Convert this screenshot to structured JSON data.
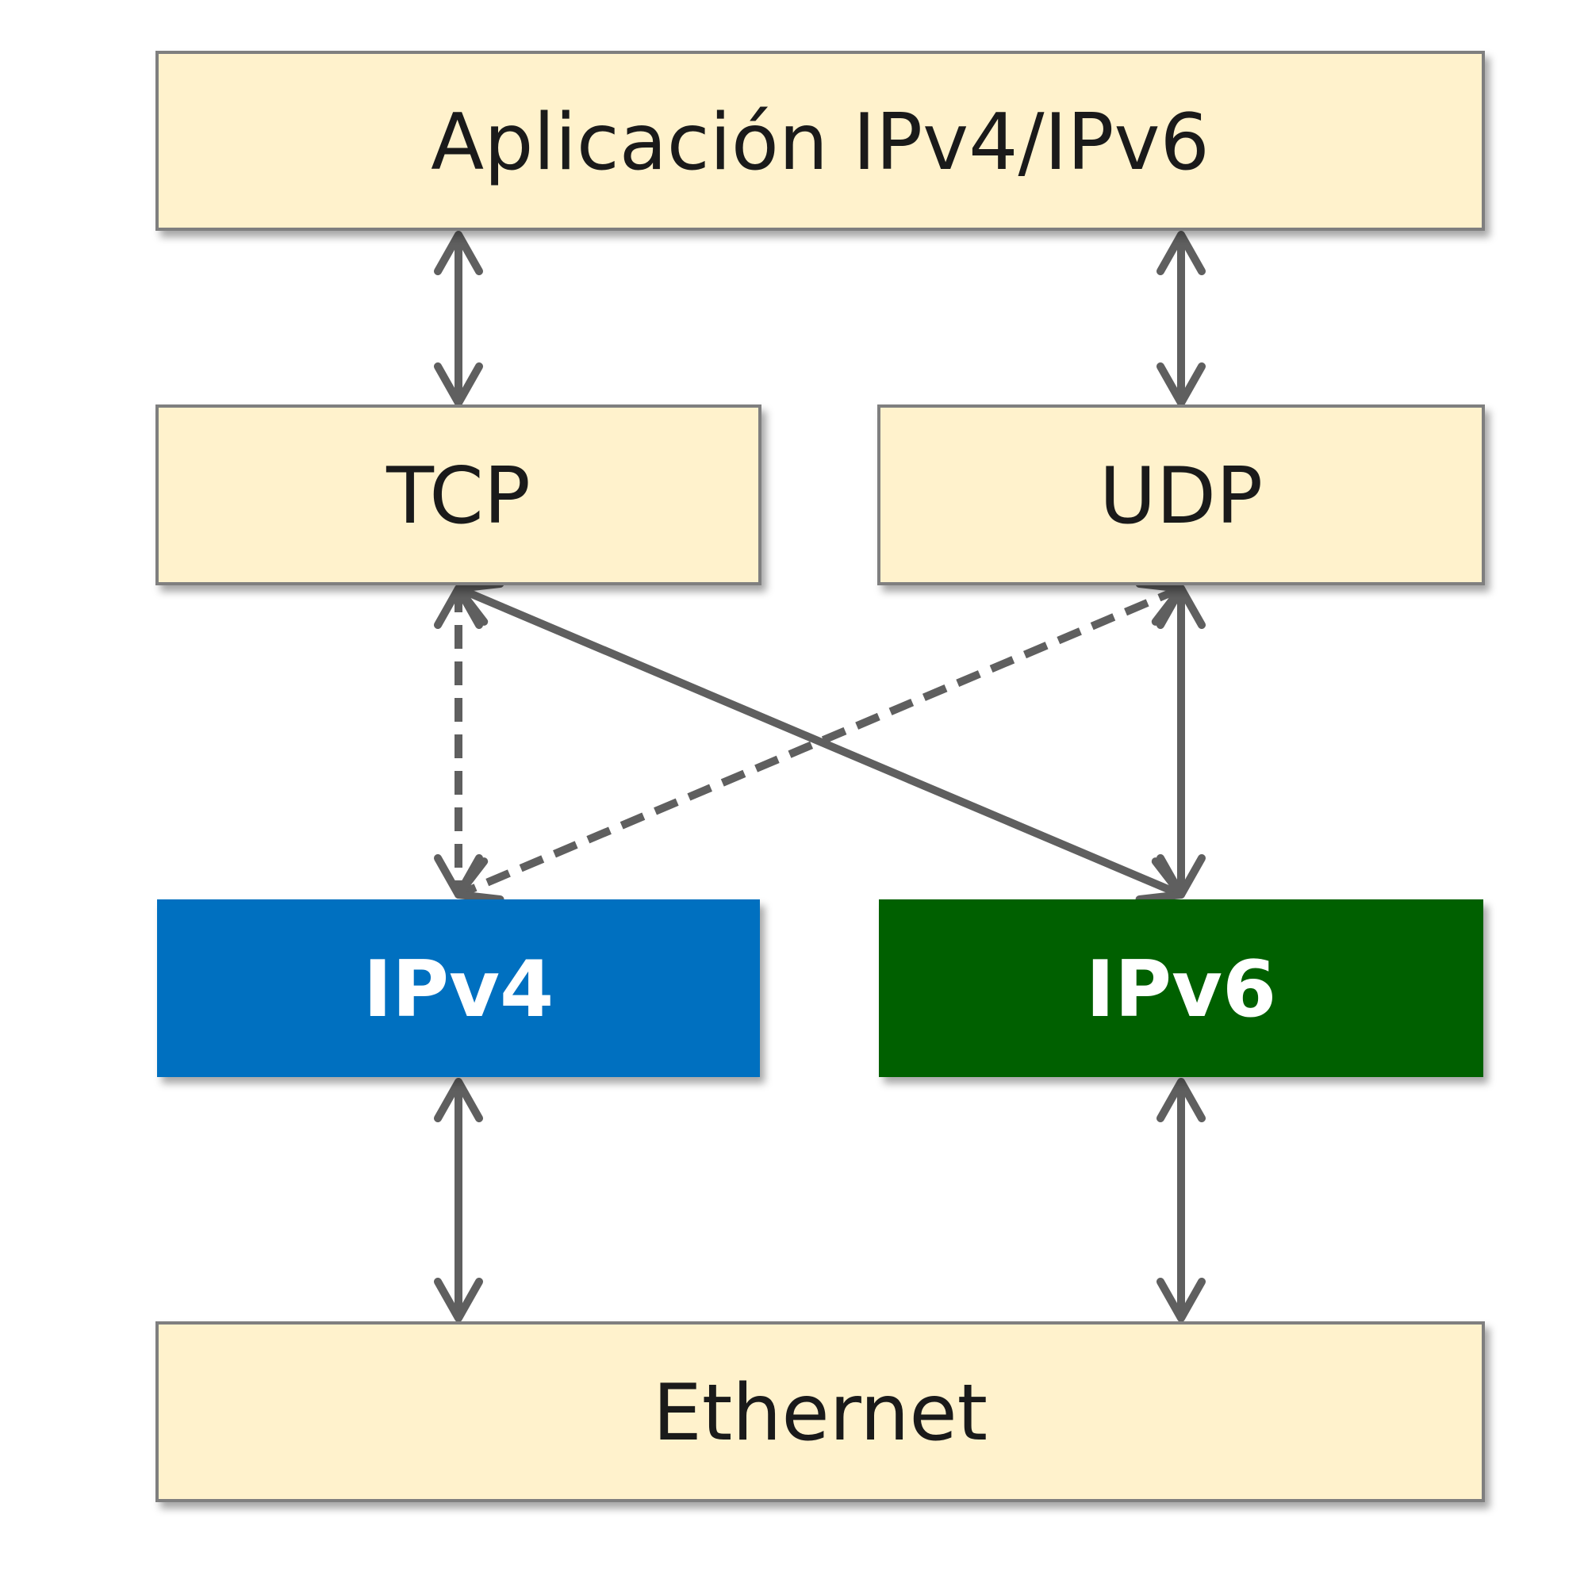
{
  "diagram": {
    "layers": {
      "application": {
        "label": "Aplicación IPv4/IPv6",
        "fill": "#fff2cc",
        "text_color": "#1a1a1a"
      },
      "tcp": {
        "label": "TCP",
        "fill": "#fff2cc",
        "text_color": "#1a1a1a"
      },
      "udp": {
        "label": "UDP",
        "fill": "#fff2cc",
        "text_color": "#1a1a1a"
      },
      "ipv4": {
        "label": "IPv4",
        "fill": "#0070c0",
        "text_color": "#ffffff"
      },
      "ipv6": {
        "label": "IPv6",
        "fill": "#006100",
        "text_color": "#ffffff"
      },
      "ethernet": {
        "label": "Ethernet",
        "fill": "#fff2cc",
        "text_color": "#1a1a1a"
      }
    },
    "connections": [
      {
        "from": "application",
        "to": "tcp",
        "style": "solid",
        "direction": "bidirectional"
      },
      {
        "from": "application",
        "to": "udp",
        "style": "solid",
        "direction": "bidirectional"
      },
      {
        "from": "tcp",
        "to": "ipv4",
        "style": "dashed",
        "direction": "bidirectional"
      },
      {
        "from": "tcp",
        "to": "ipv6",
        "style": "solid",
        "direction": "bidirectional"
      },
      {
        "from": "udp",
        "to": "ipv4",
        "style": "dashed",
        "direction": "bidirectional"
      },
      {
        "from": "udp",
        "to": "ipv6",
        "style": "solid",
        "direction": "bidirectional"
      },
      {
        "from": "ipv4",
        "to": "ethernet",
        "style": "solid",
        "direction": "bidirectional"
      },
      {
        "from": "ipv6",
        "to": "ethernet",
        "style": "solid",
        "direction": "bidirectional"
      }
    ],
    "colors": {
      "arrow": "#5f5f5f",
      "box_border": "#7f7f7f"
    }
  }
}
